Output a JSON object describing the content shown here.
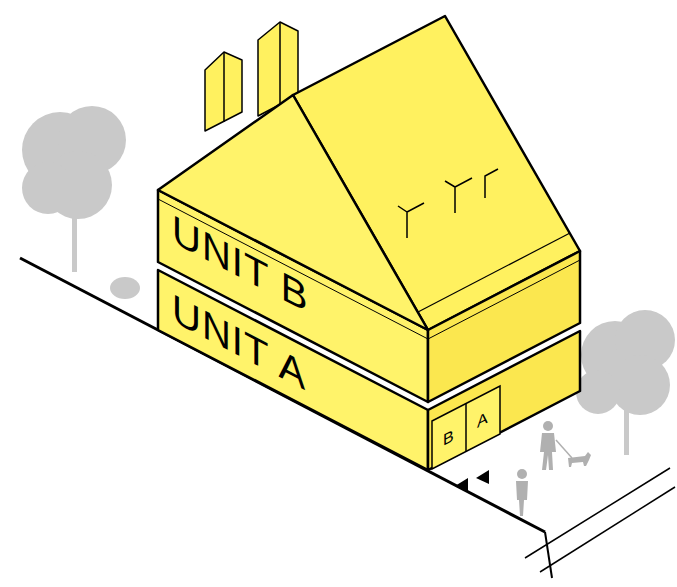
{
  "diagram": {
    "nodes": [
      {
        "text": [
          "UNIT B"
        ]
      },
      {
        "text": [
          "UNIT A"
        ]
      }
    ],
    "labels": [
      "B",
      "A"
    ]
  }
}
